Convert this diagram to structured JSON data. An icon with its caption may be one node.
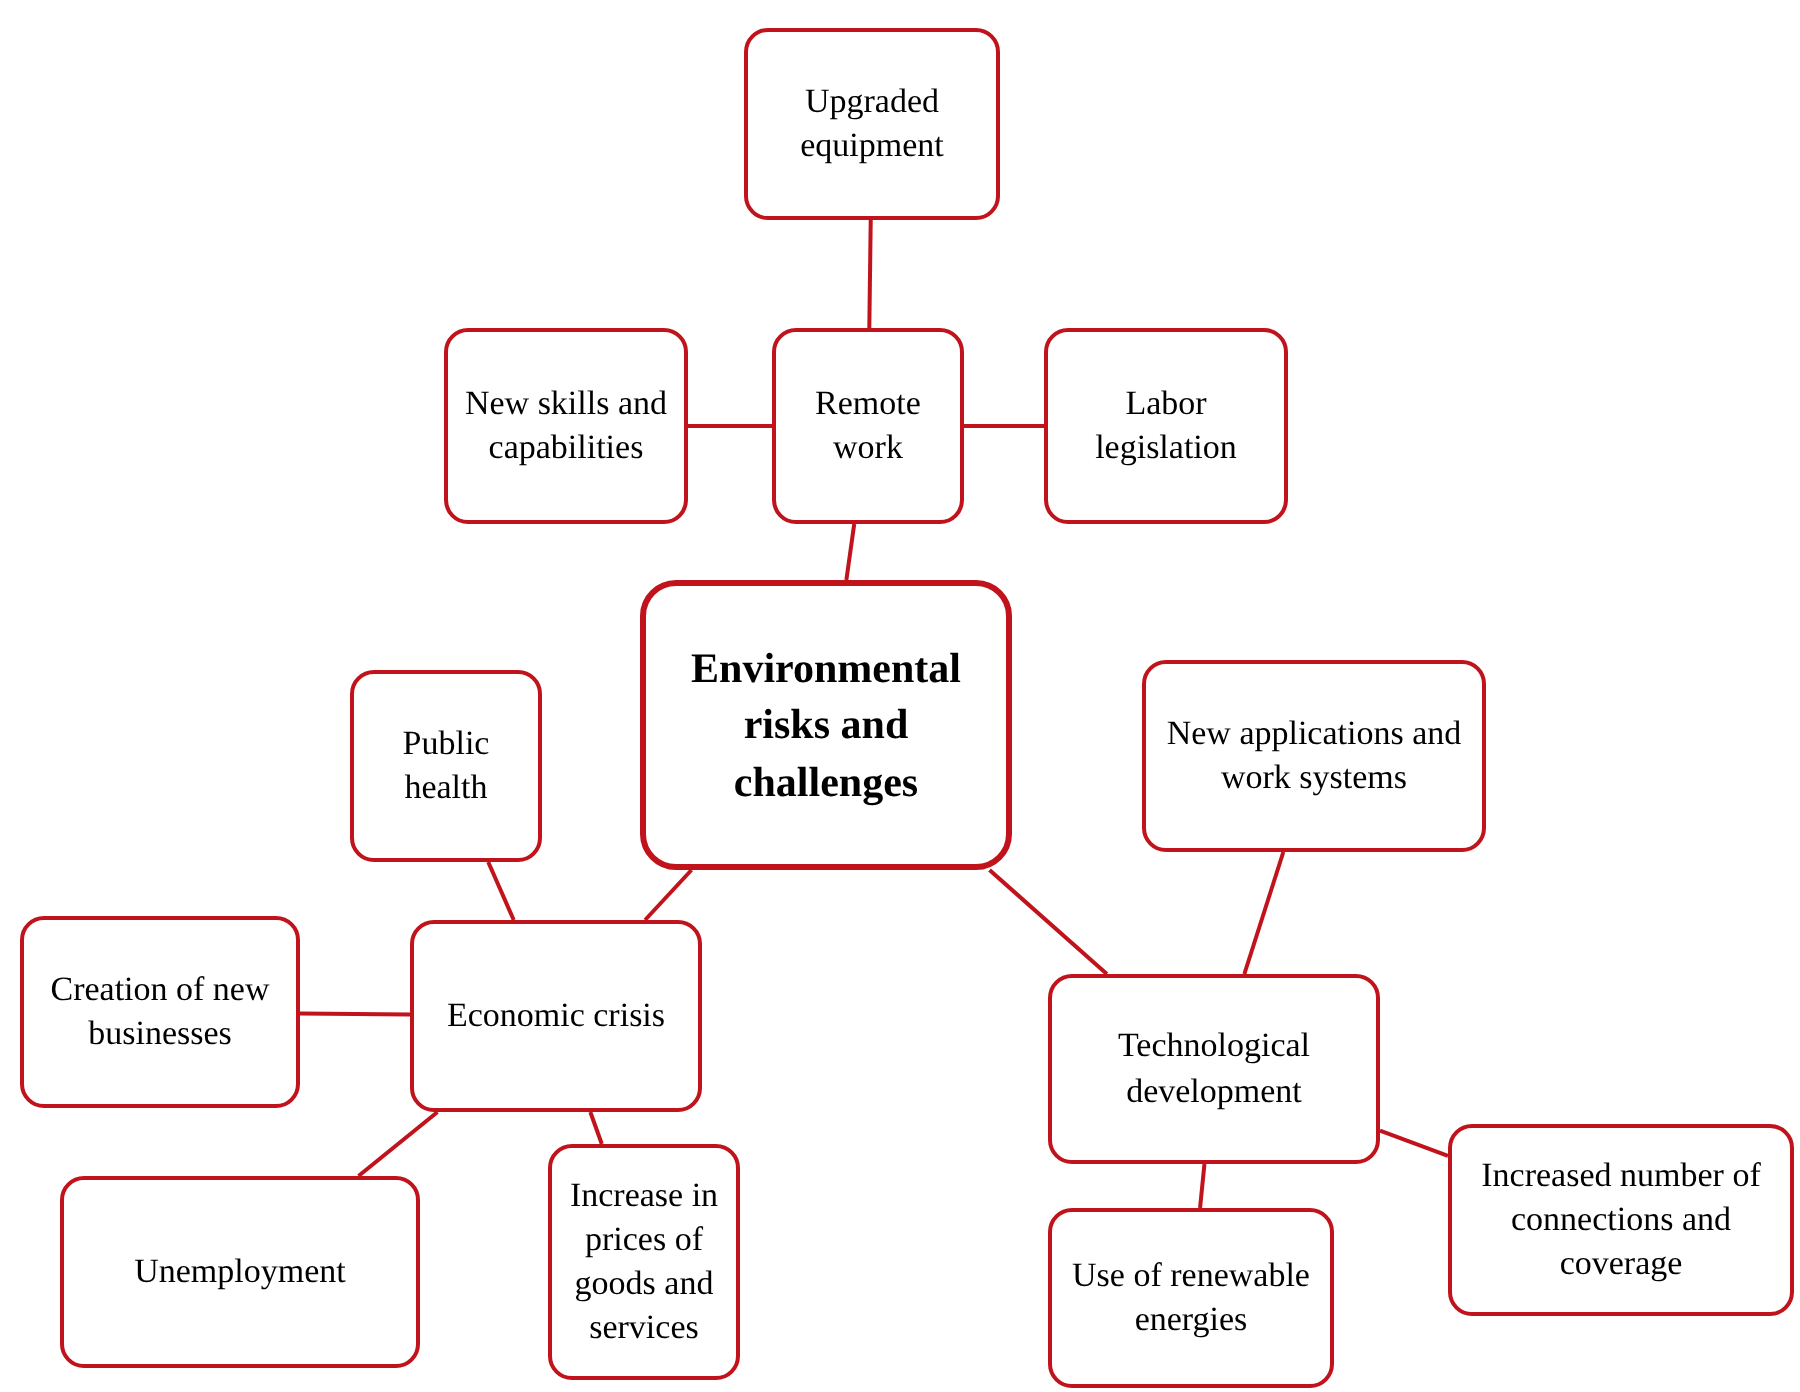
{
  "diagram": {
    "nodes": [
      {
        "text": [
          "Environmental risks and challenges"
        ]
      },
      {
        "text": [
          "Upgraded equipment"
        ]
      },
      {
        "text": [
          "New skills and capabilities"
        ]
      },
      {
        "text": [
          "Remote work"
        ]
      },
      {
        "text": [
          "Labor legislation"
        ]
      },
      {
        "text": [
          "Public health"
        ]
      },
      {
        "text": [
          "New applications and work systems"
        ]
      },
      {
        "text": [
          "Creation of new businesses"
        ]
      },
      {
        "text": [
          "Economic crisis"
        ]
      },
      {
        "text": [
          "Technological development"
        ]
      },
      {
        "text": [
          "Unemployment"
        ]
      },
      {
        "text": [
          "Increase in prices of goods and services"
        ]
      },
      {
        "text": [
          "Use of renewable energies"
        ]
      },
      {
        "text": [
          "Increased number of connections and coverage"
        ]
      }
    ],
    "edges": [
      {
        "from": 3,
        "to": 1,
        "arrow": "none"
      },
      {
        "from": 3,
        "to": 2,
        "arrow": "none"
      },
      {
        "from": 3,
        "to": 4,
        "arrow": "none"
      },
      {
        "from": 0,
        "to": 3,
        "arrow": "none"
      },
      {
        "from": 0,
        "to": 8,
        "arrow": "none"
      },
      {
        "from": 0,
        "to": 9,
        "arrow": "none"
      },
      {
        "from": 8,
        "to": 5,
        "arrow": "none"
      },
      {
        "from": 8,
        "to": 7,
        "arrow": "none"
      },
      {
        "from": 8,
        "to": 10,
        "arrow": "none"
      },
      {
        "from": 8,
        "to": 11,
        "arrow": "none"
      },
      {
        "from": 9,
        "to": 6,
        "arrow": "none"
      },
      {
        "from": 9,
        "to": 12,
        "arrow": "none"
      },
      {
        "from": 9,
        "to": 13,
        "arrow": "none"
      }
    ]
  }
}
